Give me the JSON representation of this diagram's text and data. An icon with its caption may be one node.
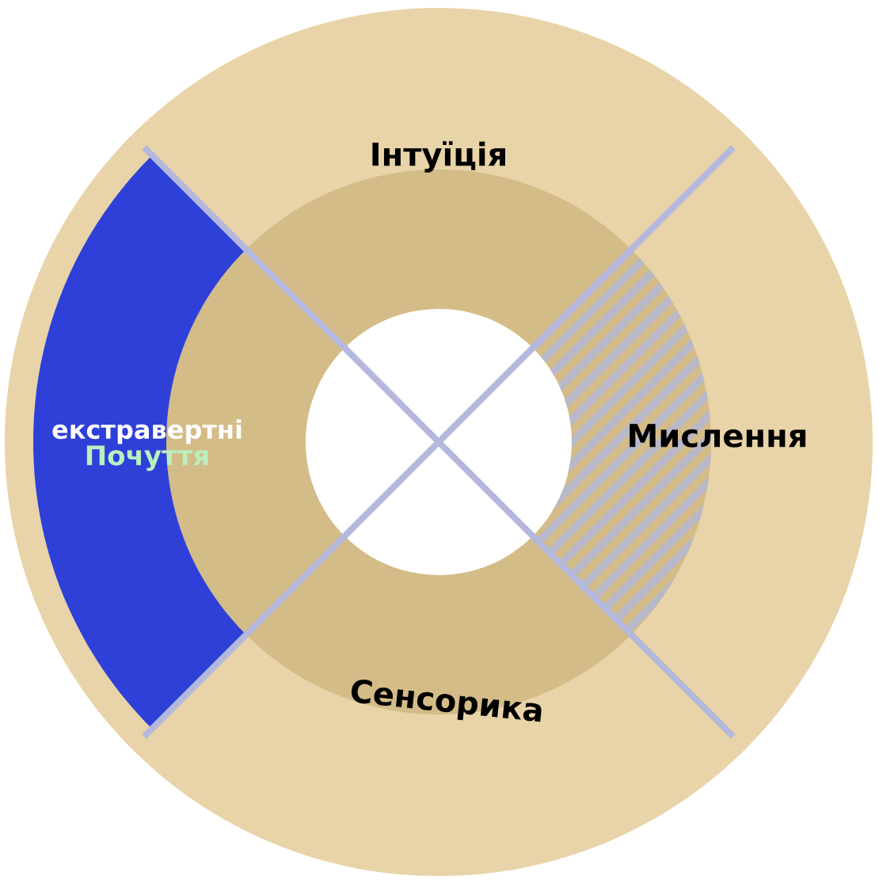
{
  "diagram": {
    "nodes": [
      {
        "text": [
          "Інтуїція"
        ]
      },
      {
        "text": [
          "Мислення"
        ]
      },
      {
        "text": [
          "Сенсорика"
        ]
      },
      {
        "text": [
          "екстравертні",
          "Почуття"
        ]
      }
    ]
  }
}
